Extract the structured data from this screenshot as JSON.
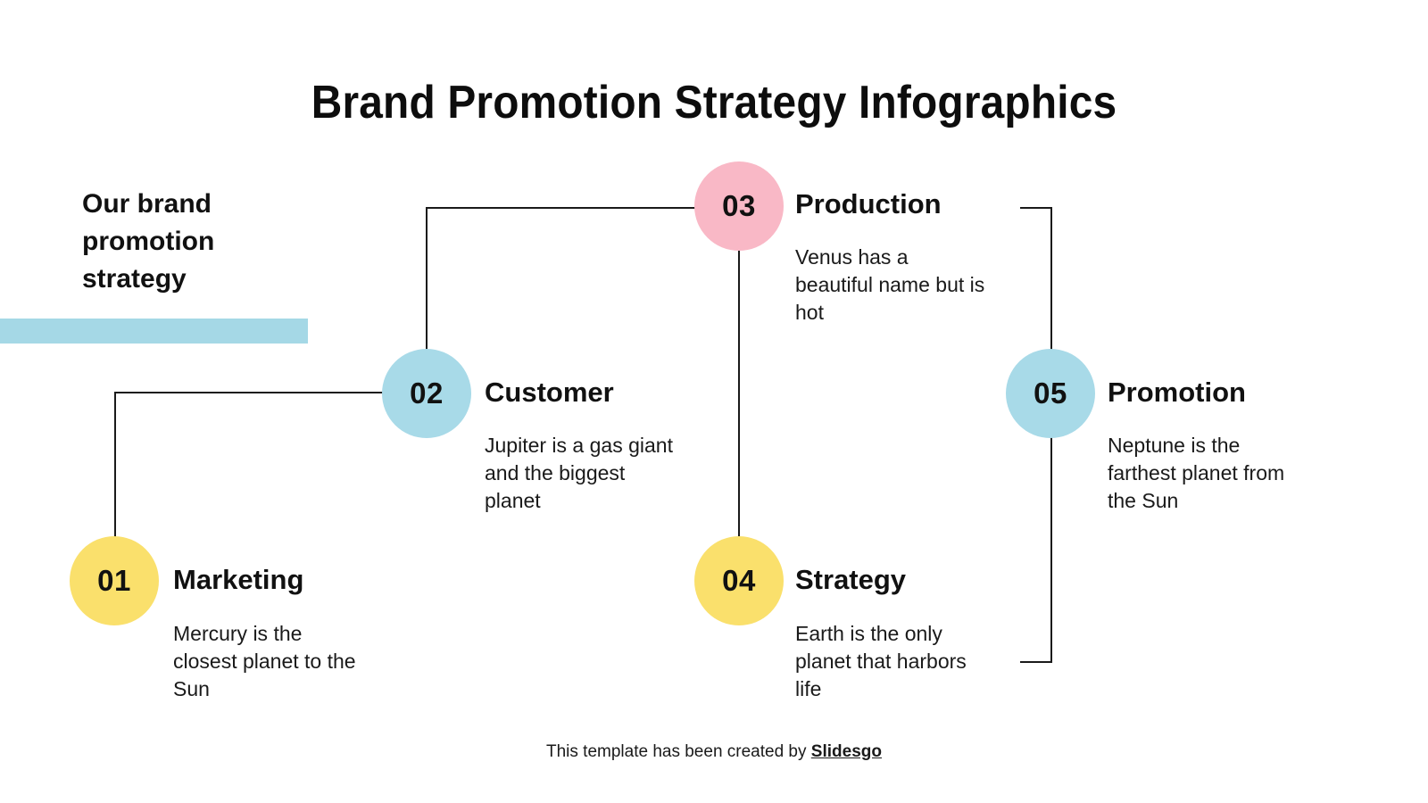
{
  "slide": {
    "title": "Brand Promotion Strategy Infographics",
    "intro_heading": "Our brand promotion strategy",
    "accent_bar_color": "#a5d8e6"
  },
  "colors": {
    "yellow": "#fae06c",
    "blue": "#a8dae8",
    "pink": "#f9b8c6",
    "line": "#1a1a1a",
    "text": "#111111",
    "background": "#ffffff"
  },
  "nodes": [
    {
      "number": "01",
      "title": "Marketing",
      "description": "Mercury is the closest planet to the Sun",
      "color": "yellow"
    },
    {
      "number": "02",
      "title": "Customer",
      "description": "Jupiter is a gas giant and the biggest planet",
      "color": "blue"
    },
    {
      "number": "03",
      "title": "Production",
      "description": "Venus has a beautiful name but is hot",
      "color": "pink"
    },
    {
      "number": "04",
      "title": "Strategy",
      "description": "Earth is the only planet that harbors life",
      "color": "yellow"
    },
    {
      "number": "05",
      "title": "Promotion",
      "description": "Neptune is the farthest planet from the Sun",
      "color": "blue"
    }
  ],
  "footer": {
    "prefix": "This template has been created by ",
    "brand": "Slidesgo"
  }
}
